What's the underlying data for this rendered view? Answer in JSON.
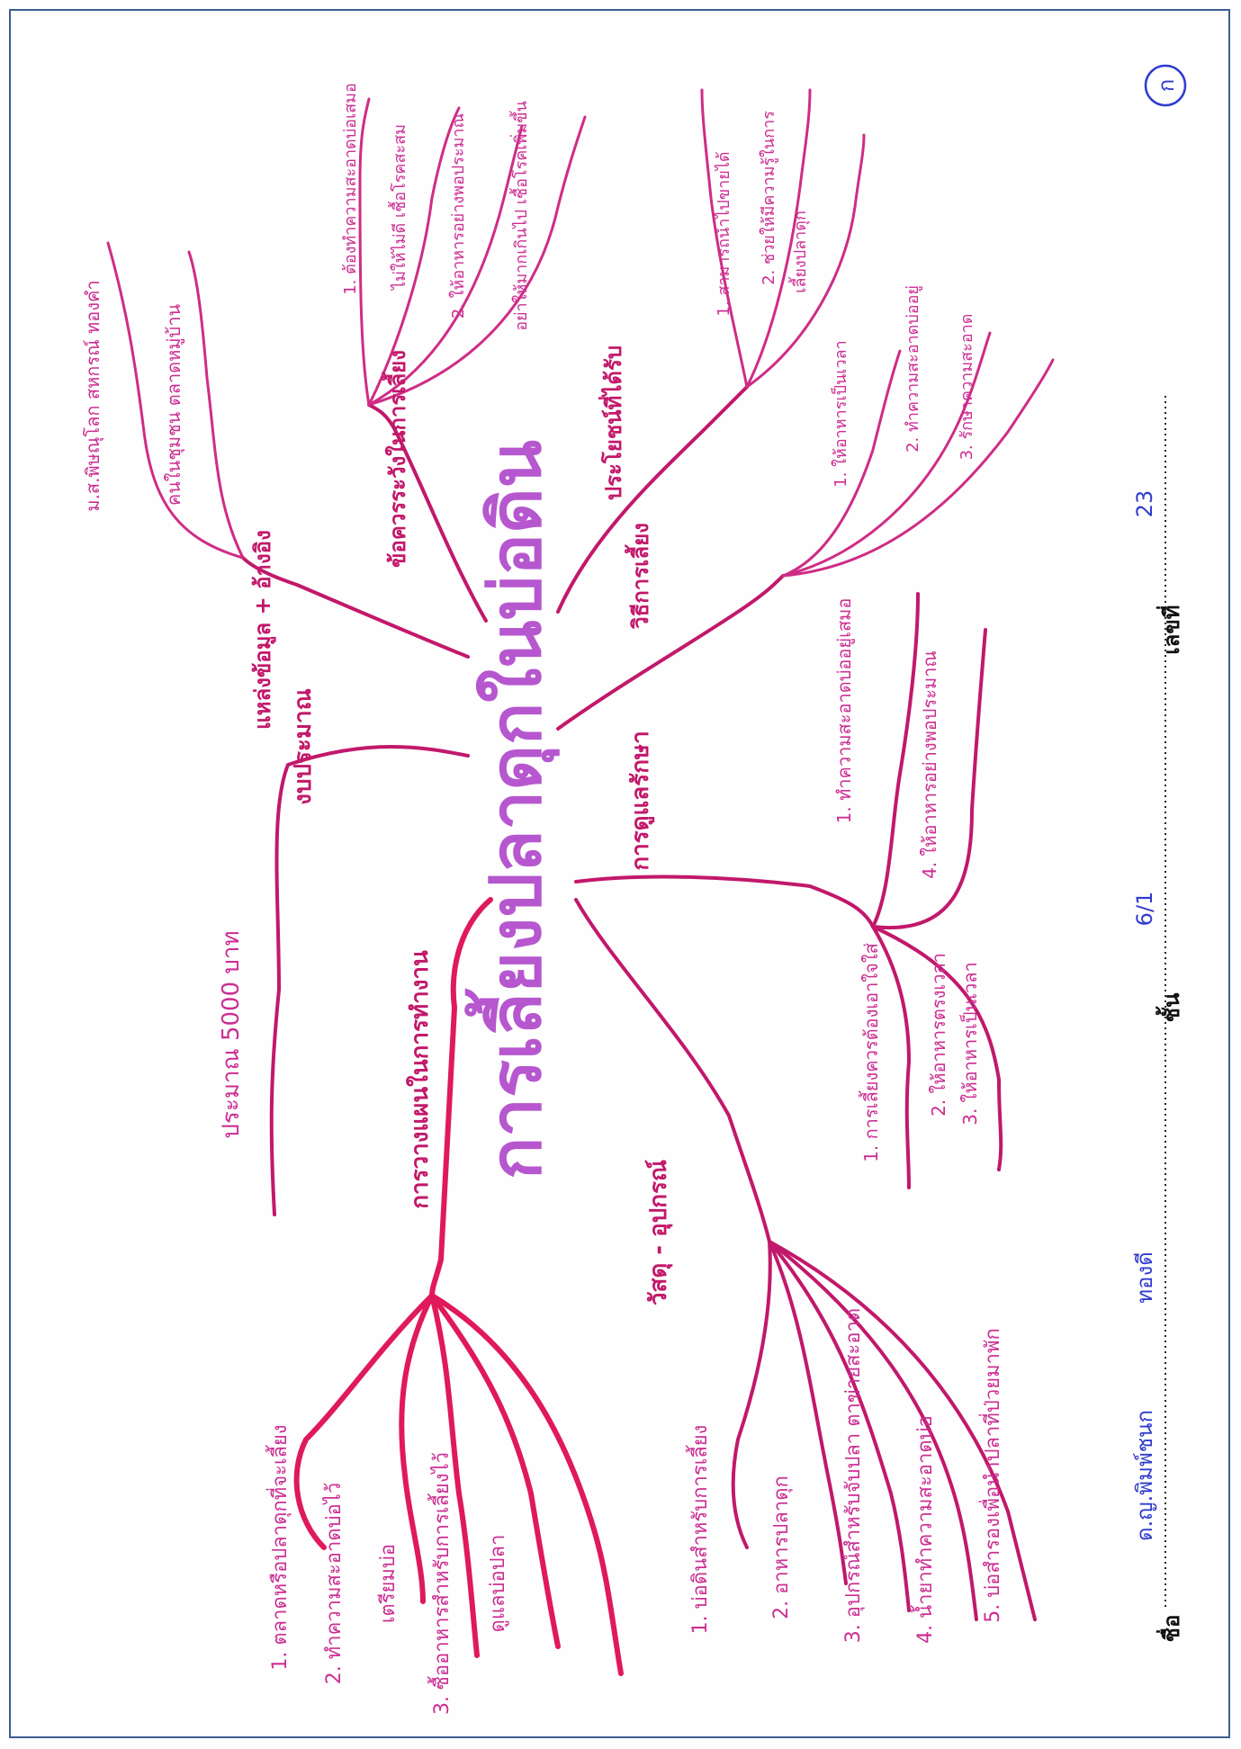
{
  "corner_mark": "ก",
  "title": "การเลี้ยงปลาดุกในบ่อดิน",
  "branches": {
    "budget": {
      "label": "งบประมาณ",
      "items": [
        "ประมาณ 5000 บาท"
      ]
    },
    "planning": {
      "label": "การวางแผนในการทำงาน",
      "items": [
        "1. ตลาดหรือปลาดุกที่จะเลี้ยง",
        "2. ทำความสะอาดบ่อไว้",
        "เตรียมบ่อ",
        "3. ซื้ออาหารสำหรับการเลี้ยงไว้",
        "ดูแลบ่อปลา"
      ]
    },
    "equipment": {
      "label": "วัสดุ - อุปกรณ์",
      "items": [
        "1. บ่อดินสำหรับการเลี้ยง",
        "2. อาหารปลาดุก",
        "3. อุปกรณ์สำหรับจับปลา ตาข่ายสะอาด",
        "4. น้ำยาทำความสะอาดบ่อ",
        "5. บ่อสำรองเพื่อนำปลาที่ป่วยมาพัก"
      ]
    },
    "care": {
      "label": "การดูแลรักษา",
      "items": [
        "1. ทำความสะอาดบ่ออยู่เสมอ",
        "1. การเลี้ยงควรต้องเอาใจใส่",
        "2. ให้อาหารตรงเวลา",
        "4. ให้อาหารอย่างพอประมาณ",
        "3. ให้อาหารเป็นเวลา"
      ]
    },
    "method": {
      "label": "วิธีการเลี้ยง",
      "items": [
        "1. ให้อาหารเป็นเวลา",
        "2. ทำความสะอาดบ่ออยู่",
        "3. รักษาความสะอาด"
      ]
    },
    "benefits": {
      "label": "ประโยชน์ที่ได้รับ",
      "items": [
        "1. สามารถนำไปขายได้",
        "2. ช่วยให้มีความรู้ในการ",
        "เลี้ยงปลาดุก"
      ]
    },
    "caution": {
      "label": "ข้อควรระวังในการเลี้ยง",
      "items": [
        "1. ต้องทำความสะอาดบ่อเสมอ",
        "ไม่ให้ไม่ดี เชื้อโรคสะสม",
        "2. ให้อาหารอย่างพอประมาณ",
        "อย่าให้มากเกินไป เชื้อโรคเพิ่มขึ้น"
      ]
    },
    "sources": {
      "label": "แหล่งข้อมูล + อ้างอิง",
      "items": [
        "ม.ส.พิษณุโลก สหกรณ์ ทองคำ",
        "คนในชุมชน ตลาดหมู่บ้าน"
      ]
    }
  },
  "footer": {
    "name_label": "ชื่อ",
    "name_value": "ด.ญ.พิมพ์ชนก",
    "surname_value": "ทองดี",
    "class_label": "ชั้น",
    "class_value": "6/1",
    "number_label": "เลขที่",
    "number_value": "23"
  },
  "colors": {
    "ink_deep": "#e0195a",
    "ink_magenta": "#c2186b",
    "ink_title": "#b657cf",
    "footer_blue": "#2f3ccf",
    "frame_blue": "#3d5f8f"
  }
}
